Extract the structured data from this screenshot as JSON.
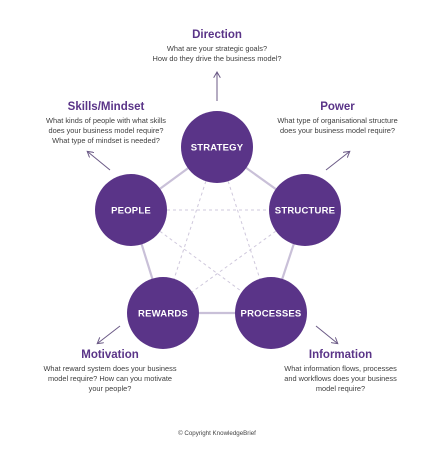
{
  "colors": {
    "node_fill": "#5a3488",
    "link": "#c9c0d8",
    "dashed": "#cfc8dc",
    "arrow": "#6b5a86",
    "title": "#5a3488"
  },
  "nodes": {
    "strategy": "STRATEGY",
    "structure": "STRUCTURE",
    "processes": "PROCESSES",
    "rewards": "REWARDS",
    "people": "PEOPLE"
  },
  "labels": {
    "direction": {
      "title": "Direction",
      "lines": [
        "What are your strategic goals?",
        "How do they drive the business model?"
      ]
    },
    "power": {
      "title": "Power",
      "lines": [
        "What type of organisational structure",
        "does your business model require?"
      ]
    },
    "information": {
      "title": "Information",
      "lines": [
        "What information flows, processes",
        "and workflows does your business",
        "model require?"
      ]
    },
    "motivation": {
      "title": "Motivation",
      "lines": [
        "What reward system does your business",
        "model require? How can you motivate",
        "your people?"
      ]
    },
    "skills": {
      "title": "Skills/Mindset",
      "lines": [
        "What kinds of people with what skills",
        "does your business model require?",
        "What type of mindset is needed?"
      ]
    }
  },
  "copyright": "© Copyright KnowledgeBrief"
}
